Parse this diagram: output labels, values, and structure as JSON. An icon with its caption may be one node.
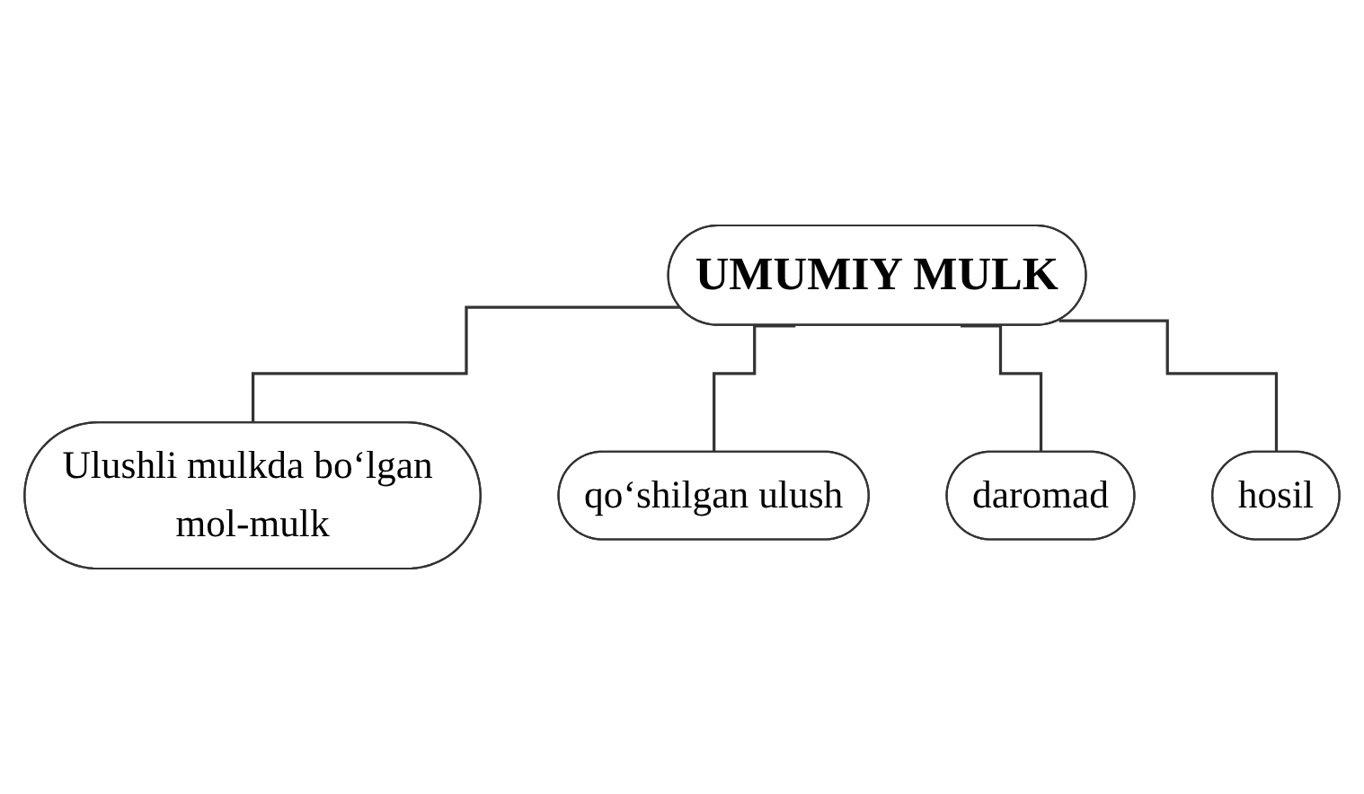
{
  "diagram": {
    "nodes": [
      {
        "text": [
          "UMUMIY MULK"
        ]
      },
      {
        "text": [
          "Ulushli mulkda bo‘lgan mol-mulk"
        ]
      },
      {
        "text": [
          "qo‘shilgan ulush"
        ]
      },
      {
        "text": [
          "daromad"
        ]
      },
      {
        "text": [
          "hosil"
        ]
      }
    ],
    "edges": [
      {
        "from": 0,
        "to": 1,
        "arrow": "none"
      },
      {
        "from": 0,
        "to": 2,
        "arrow": "none"
      },
      {
        "from": 0,
        "to": 3,
        "arrow": "none"
      },
      {
        "from": 0,
        "to": 4,
        "arrow": "none"
      }
    ]
  }
}
